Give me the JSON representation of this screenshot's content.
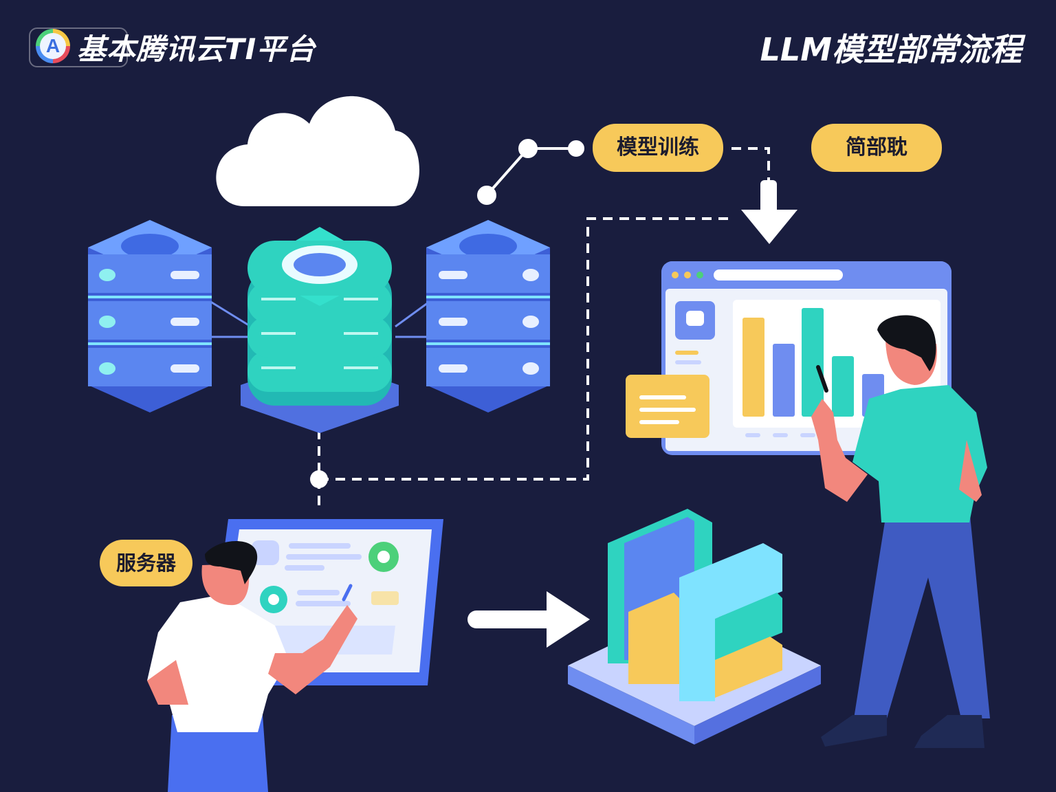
{
  "header": {
    "logo_letter": "A",
    "platform_title": "基本腾讯云TI平台",
    "flow_title": "LLM模型部常流程"
  },
  "labels": {
    "model_training": "模型训练",
    "deployment": "简部耽",
    "server": "服务器"
  },
  "icons": [
    "cloud-icon",
    "server-stack-icon",
    "database-icon",
    "dashboard-monitor-icon",
    "tablet-icon",
    "arrow-right-icon",
    "arrow-down-icon",
    "blocks-platform-icon",
    "person-icon"
  ],
  "colors": {
    "background": "#191d3e",
    "pill": "#f7c95a",
    "server_blue": "#5b86f0",
    "db_teal": "#2fd3c0",
    "chart_yellow": "#f7c95a",
    "chart_blue": "#6f8df0",
    "chart_teal": "#2fd3c0",
    "tablet_frame": "#4a6ff0"
  }
}
